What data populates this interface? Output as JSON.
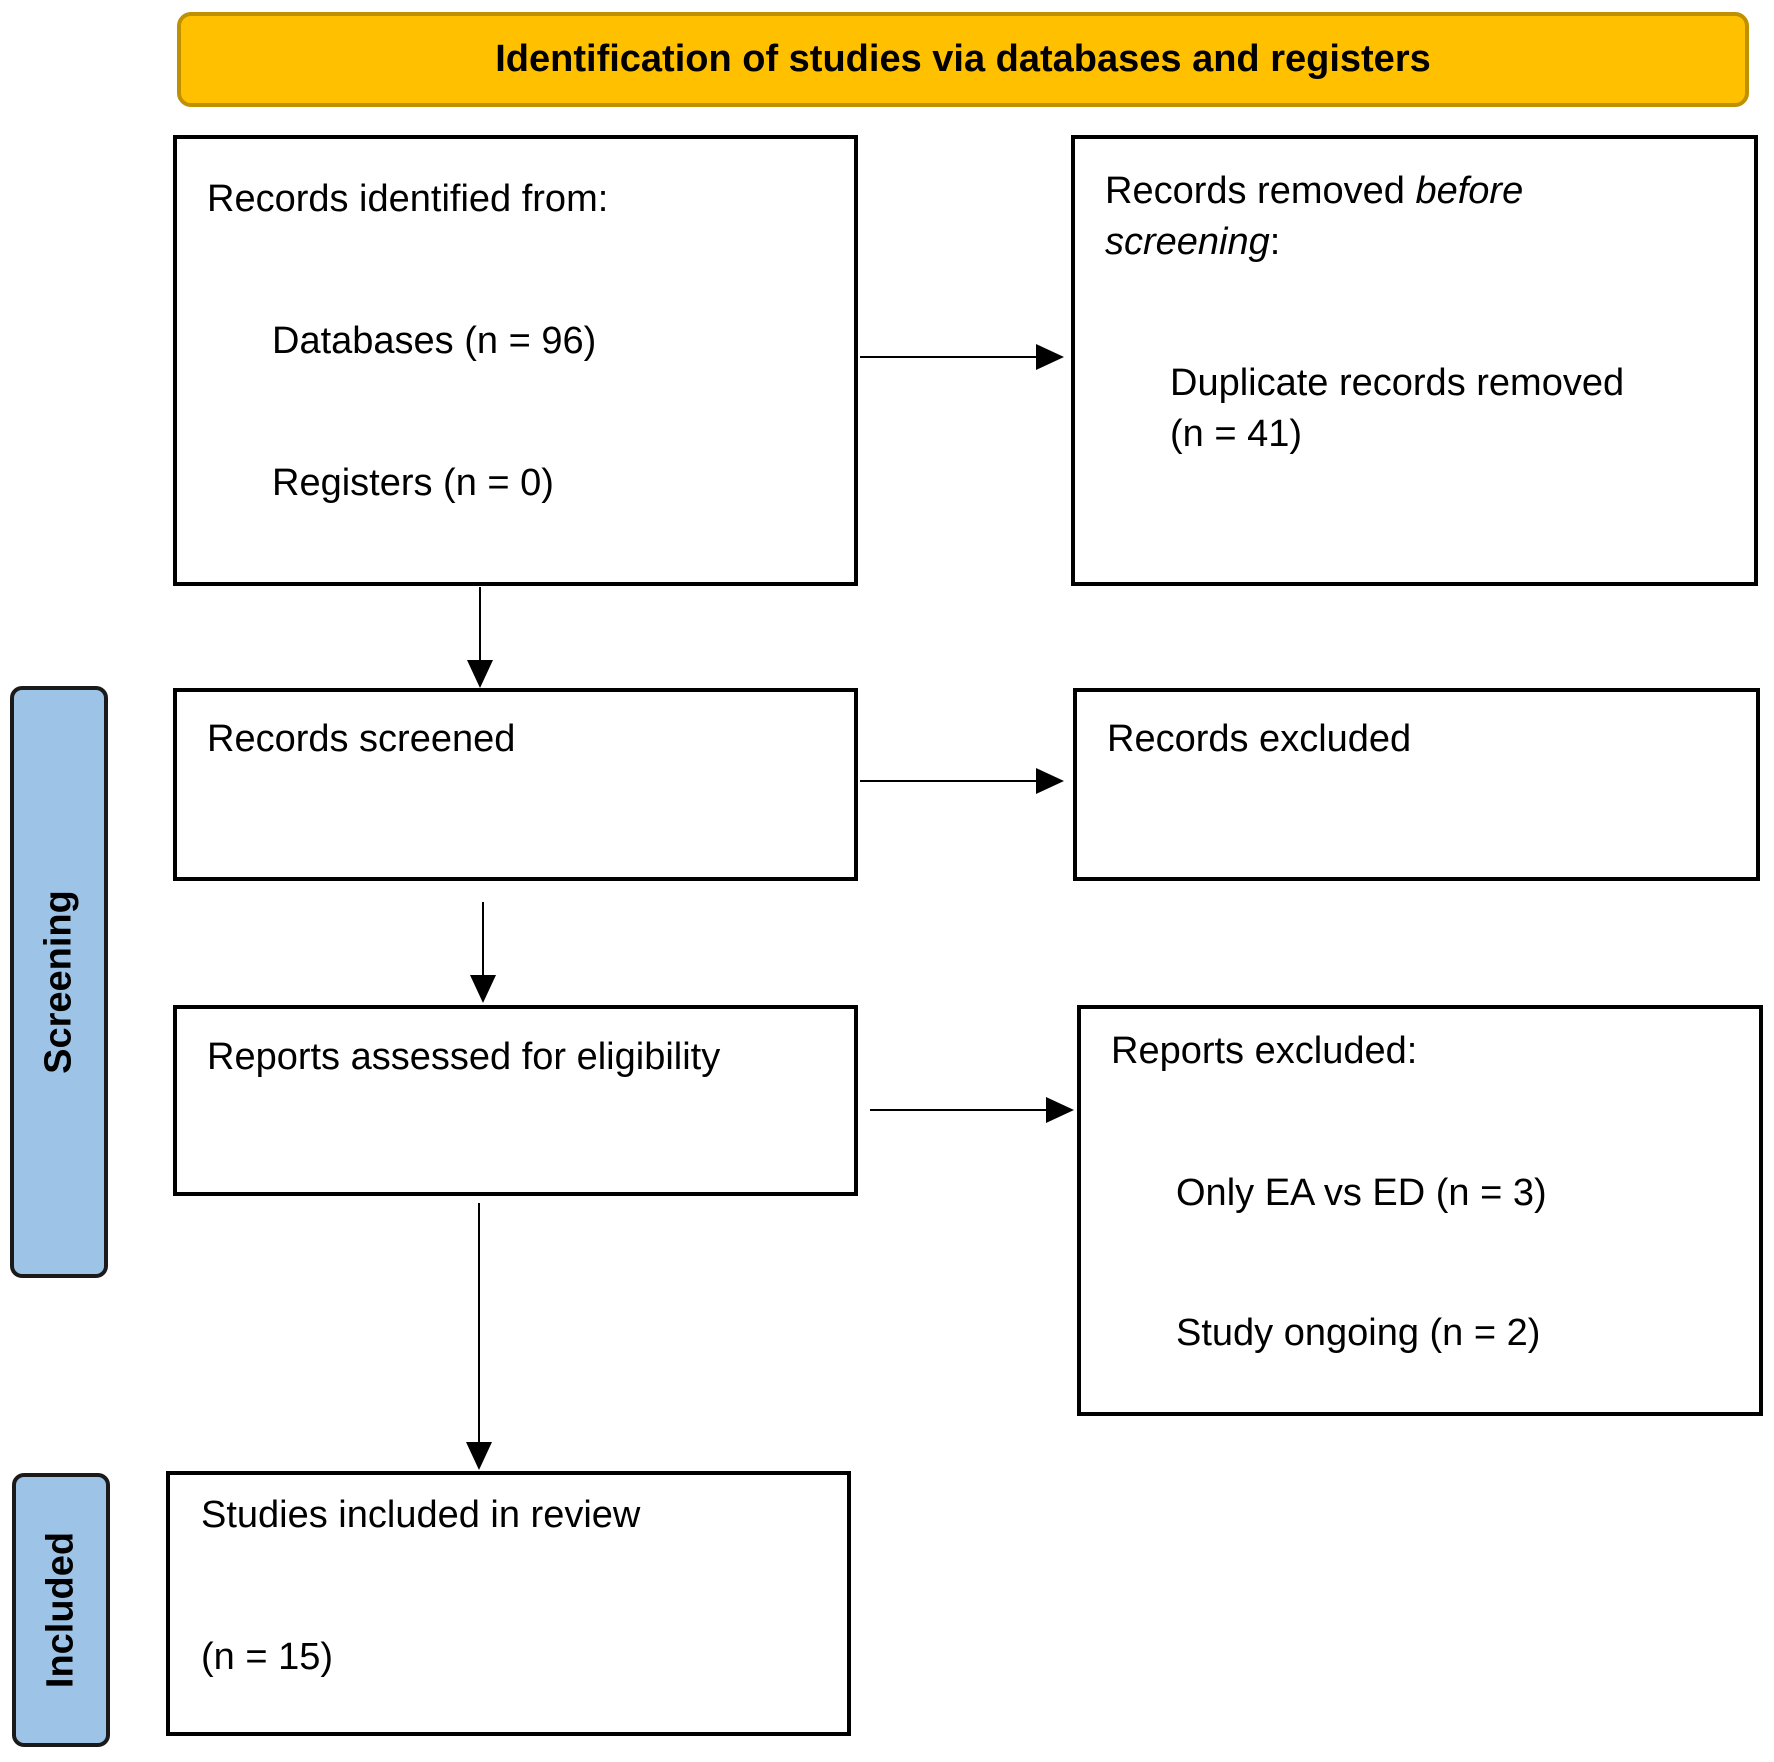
{
  "header": {
    "title": "Identification of studies via databases and registers"
  },
  "phases": {
    "screening": "Screening",
    "included": "Included"
  },
  "identification": {
    "heading": "Records identified from:",
    "databases": "Databases (n = 96)",
    "registers": "Registers (n = 0)"
  },
  "removed": {
    "heading_prefix": "Records removed ",
    "heading_em1": "before",
    "heading_em2": "screening",
    "heading_suffix": ":",
    "duplicates_line1": "Duplicate records removed",
    "duplicates_line2": "(n = 41)"
  },
  "screened": {
    "heading": "Records screened"
  },
  "excluded": {
    "heading": "Records excluded"
  },
  "assessed": {
    "heading": "Reports assessed for eligibility"
  },
  "reports_excluded": {
    "heading": "Reports excluded:",
    "reason1": "Only EA vs ED (n = 3)",
    "reason2": "Study ongoing (n = 2)"
  },
  "included": {
    "heading": "Studies included in review",
    "count": "(n = 15)"
  },
  "colors": {
    "banner_fill": "#FFC000",
    "banner_border": "#BF9000",
    "phase_fill": "#9DC3E6"
  }
}
